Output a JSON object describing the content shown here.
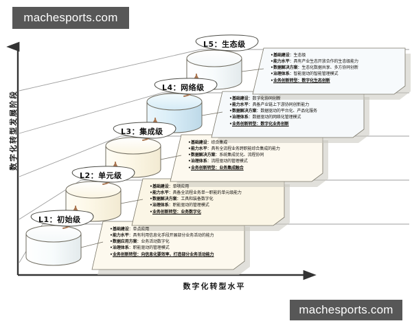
{
  "watermarks": {
    "top": "machesports.com",
    "bottom": "machesports.com"
  },
  "axes": {
    "y_label": "数字化转型发展阶段",
    "x_label": "数字化转型水平",
    "y_arrow": "up-arrow",
    "x_arrow": "right-arrow"
  },
  "colors": {
    "cylinder_l1": "#fdfdfa",
    "cylinder_l2": "#fdf8e8",
    "cylinder_l3": "#fdf8e4",
    "cylinder_l4": "#ddeef7",
    "cylinder_l5": "#f6fbfc",
    "panel_l1": "#fdf9ee",
    "panel_l2": "#fbf6e6",
    "panel_l3": "#fdf9ef",
    "panel_l4": "#f6f9fb",
    "panel_l5": "#f7fafc",
    "outline": "#6e6a5e",
    "shadow": "#b9b9b2",
    "axis": "#333333",
    "step_line": "#9a9a9a",
    "connector": "#a9744f",
    "watermark_bg": "#575757",
    "watermark_text": "#ffffff"
  },
  "levels": [
    {
      "id": "L1",
      "label": "L1：初始级",
      "bullets": [
        {
          "term": "基础建设",
          "text": "单点应用"
        },
        {
          "term": "能力水平",
          "text": "具有利用信息化手段开展部分业务活动的能力"
        },
        {
          "term": "数据应用方案",
          "text": "业务活动数字化"
        },
        {
          "term": "治理体系",
          "text": "职能驱动的管理模式"
        },
        {
          "term": "业务创新转型",
          "text": "向信息化要效率，打造部分业务活动能力"
        }
      ]
    },
    {
      "id": "L2",
      "label": "L2：单元级",
      "bullets": [
        {
          "term": "基础建设",
          "text": "单项应用"
        },
        {
          "term": "能力水平",
          "text": "具备全流程业务单一职能的单元级能力"
        },
        {
          "term": "数据解决方案",
          "text": "工具和装备数字化"
        },
        {
          "term": "治理体系",
          "text": "职能驱动的管理模式"
        },
        {
          "term": "业务创新转型",
          "text": "业务数字化"
        }
      ]
    },
    {
      "id": "L3",
      "label": "L3：集成级",
      "bullets": [
        {
          "term": "基础建设",
          "text": "综合集成"
        },
        {
          "term": "能力水平",
          "text": "具有全流程业务跨职能综合集成的能力"
        },
        {
          "term": "数据解决方案",
          "text": "系统集成优化、流程协同"
        },
        {
          "term": "治理体系",
          "text": "流程驱动的管理模式"
        },
        {
          "term": "业务创新转型",
          "text": "业务集成融合"
        }
      ]
    },
    {
      "id": "L4",
      "label": "L4：网络级",
      "bullets": [
        {
          "term": "基础建设",
          "text": "数字化协同创新"
        },
        {
          "term": "能力水平",
          "text": "具备产业链上下游协同创新能力"
        },
        {
          "term": "数据解决方案",
          "text": "数据驱动的平台化、产品化服务"
        },
        {
          "term": "治理体系",
          "text": "数据驱动的网络化管理模式"
        },
        {
          "term": "业务创新转型",
          "text": "数字化业务创新"
        }
      ]
    },
    {
      "id": "L5",
      "label": "L5：生态级",
      "bullets": [
        {
          "term": "基础建设",
          "text": "生态级"
        },
        {
          "term": "能力水平",
          "text": "具有产业生态开放合作的生态级能力"
        },
        {
          "term": "数据解决方案",
          "text": "生态化数据共享、多方协同创新"
        },
        {
          "term": "治理体系",
          "text": "智能驱动的智能管理模式"
        },
        {
          "term": "业务创新转型",
          "text": "数字化生态创新"
        }
      ]
    }
  ]
}
